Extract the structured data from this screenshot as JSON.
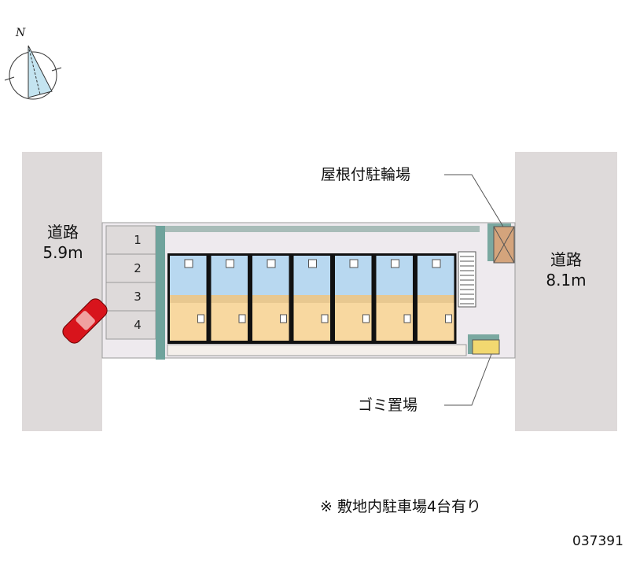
{
  "compass": {
    "north_label": "N"
  },
  "roads": [
    {
      "name": "道路",
      "width": "5.9m"
    },
    {
      "name": "道路",
      "width": "8.1m"
    }
  ],
  "parking_spaces": [
    "1",
    "2",
    "3",
    "4"
  ],
  "building": {
    "unit_count": 7
  },
  "labels": {
    "bike_parking": "屋根付駐輪場",
    "garbage": "ゴミ置場",
    "note": "※ 敷地内駐車場4台有り",
    "code": "037391"
  },
  "colors": {
    "road": "#dedada",
    "lot": "#eeeaee",
    "wet_area": "#b8d8f0",
    "room": "#f8d8a0",
    "teal": "#6fa39c",
    "car": "#d8141c",
    "bike": "#d4a47c"
  }
}
